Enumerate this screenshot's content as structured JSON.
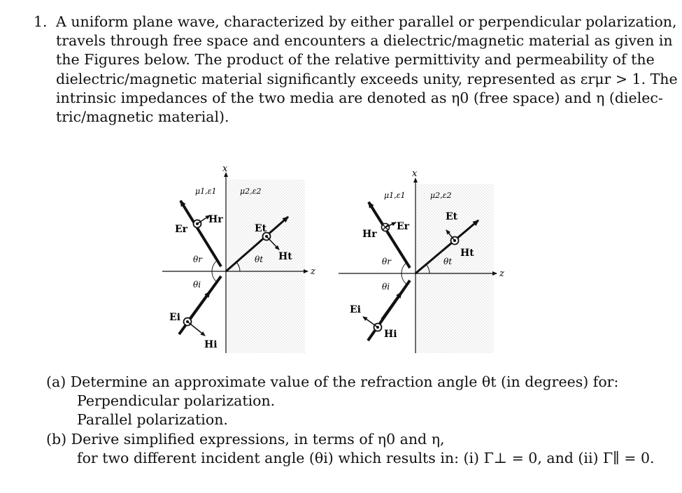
{
  "problem": {
    "number": "1.",
    "lines": [
      "A uniform plane wave, characterized by either parallel or perpendicular polarization,",
      "travels through free space and encounters a dielectric/magnetic material as given in",
      "the Figures below. The product of the relative permittivity and permeability of the",
      "dielectric/magnetic material significantly exceeds unity, represented as εrμr > 1. The",
      "intrinsic impedances of the two media are denoted as η0 (free space) and η (dielec-",
      "tric/magnetic material)."
    ]
  },
  "figure": {
    "left": {
      "axis_x": "x",
      "axis_z": "z",
      "medium1": "μ1,ε1",
      "medium2": "μ2,ε2",
      "Er": "Er",
      "Hr": "Hr",
      "Et": "Et",
      "Ht": "Ht",
      "Ei": "Ei",
      "Hi": "Hi",
      "theta_r": "θr",
      "theta_i": "θi",
      "theta_t": "θt"
    },
    "right": {
      "axis_x": "x",
      "axis_z": "z",
      "medium1": "μ1,ε1",
      "medium2": "μ2,ε2",
      "Er": "Er",
      "Hr": "Hr",
      "Et": "Et",
      "Ht": "Ht",
      "Ei": "Ei",
      "Hi": "Hi",
      "theta_r": "θr",
      "theta_i": "θi",
      "theta_t": "θt"
    }
  },
  "parts": {
    "a": "(a) Determine an approximate value of the refraction angle θt (in degrees) for:",
    "a1": "Perpendicular polarization.",
    "a2": "Parallel polarization.",
    "b": "(b) Derive simplified expressions, in terms of η0 and η,",
    "b1": "for two different incident angle (θi) which results in: (i) Γ⊥ = 0, and (ii) Γ∥ = 0."
  }
}
